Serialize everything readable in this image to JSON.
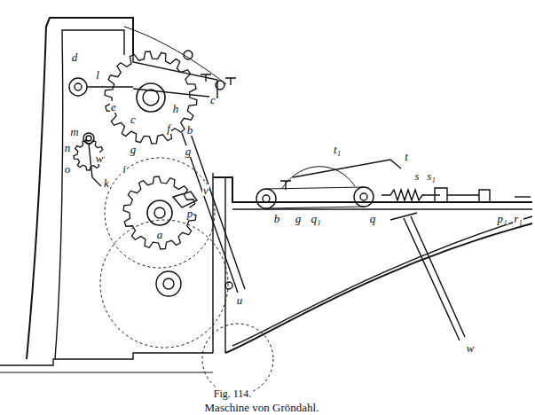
{
  "diagram": {
    "caption": "Maschine von Gröndahl.",
    "labels": [
      "d",
      "l",
      "e",
      "c",
      "h",
      "f",
      "b",
      "m",
      "n",
      "g",
      "g",
      "w",
      "o",
      "i",
      "k",
      "c",
      "p",
      "a",
      "v",
      "u",
      "b",
      "g",
      "q₁",
      "t₁",
      "q",
      "t",
      "s",
      "s₁",
      "p₁",
      "r₁",
      "w",
      "Fig. 114."
    ]
  }
}
